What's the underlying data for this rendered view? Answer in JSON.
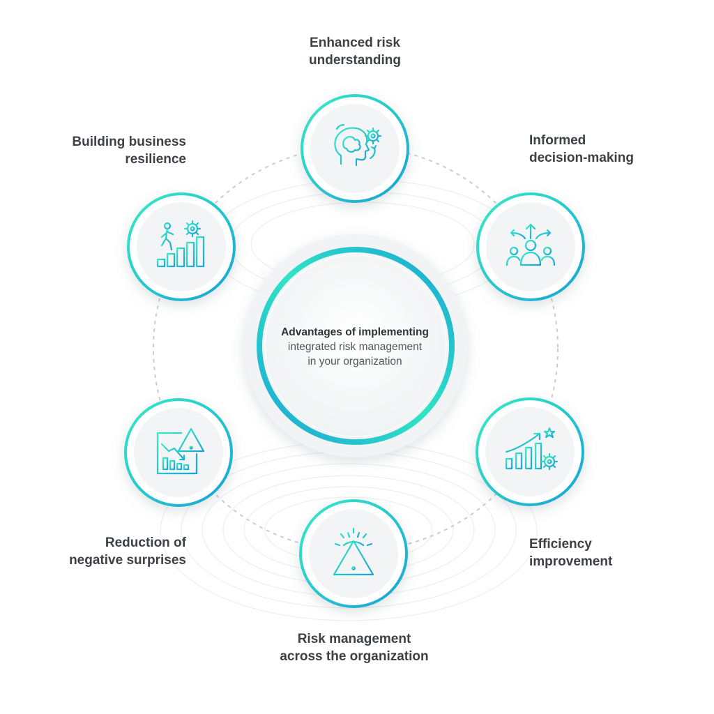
{
  "center": {
    "title_bold": "Advantages of implementing",
    "line2": "integrated risk management",
    "line3": "in your organization"
  },
  "colors": {
    "teal": "#2ee6c4",
    "blue": "#1fa9d6",
    "text": "#3d4146",
    "dashed_ring": "#c9cdd1"
  },
  "nodes": [
    {
      "icon": "brain-gear-icon",
      "lines": [
        "Enhanced risk",
        "understanding"
      ]
    },
    {
      "icon": "decision-arrows-people-icon",
      "lines": [
        "Informed",
        "decision-making"
      ]
    },
    {
      "icon": "growth-chart-gear-star-icon",
      "lines": [
        "Efficiency",
        "improvement"
      ]
    },
    {
      "icon": "warning-gear-icon",
      "lines": [
        "Risk management",
        "across the organization"
      ]
    },
    {
      "icon": "declining-chart-warning-icon",
      "lines": [
        "Reduction of",
        "negative surprises"
      ]
    },
    {
      "icon": "climbing-steps-gear-icon",
      "lines": [
        "Building business",
        "resilience"
      ]
    }
  ]
}
